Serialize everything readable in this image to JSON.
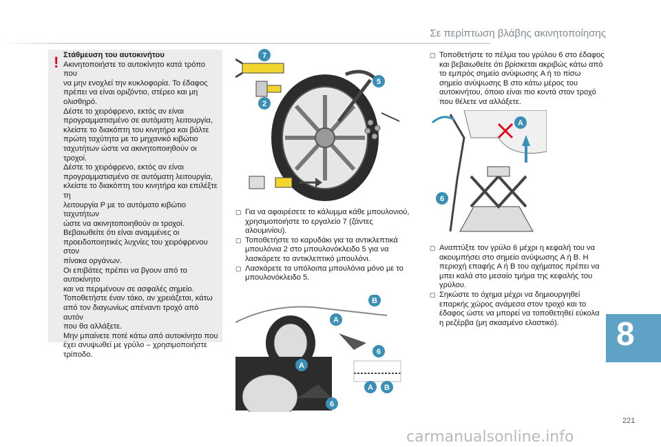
{
  "header": {
    "title": "Σε περίπτωση βλάβης ακινητοποίησης"
  },
  "warning": {
    "title": "Στάθμευση του αυτοκινήτου",
    "lines": [
      "Ακινητοποιήστε το αυτοκίνητο κατά τρόπο που",
      "να μην ενοχλεί την κυκλοφορία. Το έδαφος",
      "πρέπει να είναι οριζόντιο, στέρεο και μη",
      "ολισθηρό.",
      "Δέστε το χειρόφρενο, εκτός αν είναι",
      "προγραμματισμένο σε αυτόματη λειτουργία,",
      "κλείστε το διακόπτη του κινητήρα και βάλτε",
      "πρώτη ταχύτητα με το μηχανικό κιβώτιο",
      "ταχυτήτων ώστε να ακινητοποιηθούν οι τροχοί.",
      "Δέστε το χειρόφρενο, εκτός αν είναι",
      "προγραμματισμένο σε αυτόματη λειτουργία,",
      "κλείστε το διακόπτη του κινητήρα και επιλέξτε τη",
      "λειτουργία P με το αυτόματο κιβώτιο ταχυτήτων",
      "ώστε να ακινητοποιηθούν οι τροχοί.",
      "Βεβαιωθείτε ότι είναι αναμμένες οι",
      "προειδοποιητικές λυχνίες του χειρόφρενου στον",
      "πίνακα οργάνων.",
      "Οι επιβάτες πρέπει να βγουν από το αυτοκίνητο",
      "και να περιμένουν σε ασφαλές σημείο.",
      "Τοποθετήστε έναν τάκο, αν χρειάζεται, κάτω",
      "από τον διαγωνίως απέναντι τροχό από αυτόν",
      "που θα αλλάξετε.",
      "Μην μπαίνετε ποτέ κάτω από αυτοκίνητο που",
      "έχει ανυψωθεί με γρύλο – χρησιμοποιήστε",
      "τρίποδο."
    ]
  },
  "middle_steps": [
    "Για να αφαιρέσετε το κάλυμμα κάθε μπουλονιού, χρησιμοποιήστε το εργαλείο 7 (ζάντες αλουμινίου).",
    "Τοποθετήστε το καρυδάκι για τα αντικλεπτικά μπουλόνια 2 στο μπουλονόκλειδο 5 για να λασκάρετε το αντικλεπτικό μπουλόνι.",
    "Λασκάρετε τα υπόλοιπα μπουλόνια μόνο με το μπουλονόκλειδο 5."
  ],
  "right_steps_top": [
    "Τοποθετήστε το πέλμα του γρύλου 6 στο έδαφος και βεβαιωθείτε ότι βρίσκεται ακριβώς κάτω από το εμπρός σημείο ανύψωσης A ή το πίσω σημείο ανύψωσης B στο κάτω μέρος του αυτοκινήτου, όποιο είναι πιο κοντά στον τροχό που θέλετε να αλλάξετε."
  ],
  "right_steps_bottom": [
    "Αναπτύξτε τον γρύλο 6 μέχρι η κεφαλή του να ακουμπήσει στο σημείο ανύψωσης A ή B. Η περιοχή επαφής A ή B του οχήματος πρέπει να μπει καλά στο μεσαίο τμήμα της κεφαλής του γρύλου.",
    "Σηκώστε το όχημα μέχρι να δημιουργηθεί επαρκής χώρος ανάμεσα στον τροχό και το έδαφος ώστε να μπορεί να τοποθετηθεί εύκολα η ρεζέρβα (μη σκασμένο ελαστικό)."
  ],
  "bullet_glyph": "▢",
  "badges": {
    "seven": "7",
    "five": "5",
    "two": "2",
    "six": "6",
    "a": "A",
    "b": "B"
  },
  "chapter": {
    "number": "8"
  },
  "page": {
    "number": "221"
  },
  "watermark": {
    "text": "carmanualsonline.info"
  },
  "colors": {
    "accent": "#5ea3c6",
    "warning": "#e3061b",
    "badge": "#3a8fb7"
  }
}
